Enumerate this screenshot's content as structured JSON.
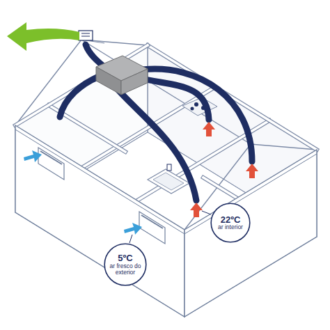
{
  "diagram": {
    "nodes": [
      {
        "text": [
          "22ºC",
          "ar interior"
        ]
      },
      {
        "text": [
          "5ºC",
          "ar fresco do exterior"
        ]
      }
    ]
  }
}
